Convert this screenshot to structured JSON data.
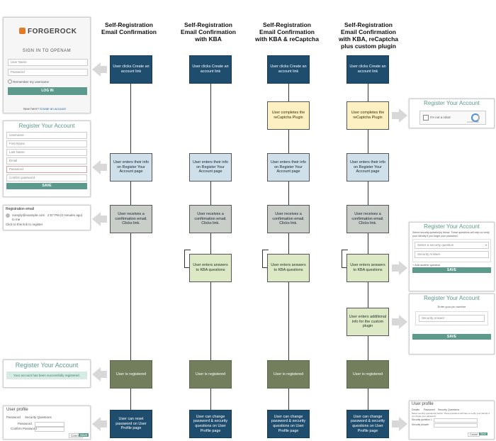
{
  "columns": [
    {
      "title_l1": "Self-Registration",
      "title_l2": "Email Confirmation",
      "title_l3": "",
      "title_l4": ""
    },
    {
      "title_l1": "Self-Registration",
      "title_l2": "Email Confirmation",
      "title_l3": "with KBA",
      "title_l4": ""
    },
    {
      "title_l1": "Self-Registration",
      "title_l2": "Email Confirmation",
      "title_l3": "with KBA & reCaptcha",
      "title_l4": ""
    },
    {
      "title_l1": "Self-Registration",
      "title_l2": "Email Confirmation",
      "title_l3": "with KBA, reCaptcha",
      "title_l4": "plus custom plugin"
    }
  ],
  "steps": {
    "create_link": "User clicks Create an account link",
    "recaptcha": "User completes the reCaptcha Plugin",
    "enter_info": "User enters their info on Register Your Account page",
    "receive_email": "User receives a confirmation email. Clicks link.",
    "kba": "User enters answers to KBA questions",
    "custom": "User enters additional info for the custom plugin",
    "registered": "User is registered",
    "reset_pw": "User can reset password on User Profile page",
    "change_pw": "User can change password & security questions on User Profile page"
  },
  "login_panel": {
    "logo": "FORGEROCK",
    "heading": "SIGN IN TO OPENAM",
    "username_placeholder": "User Name",
    "password_placeholder": "Password",
    "remember": "Remember my username",
    "login_button": "LOG IN",
    "new_here": "New here?",
    "create_account": "Create an account"
  },
  "register_panel": {
    "title": "Register Your Account",
    "fields": [
      "Username",
      "First Name",
      "Last Name",
      "Email",
      "Password",
      "Confirm password"
    ],
    "save": "SAVE"
  },
  "email_panel": {
    "title": "Registration email",
    "from": "noreply@example.com",
    "time": "2:57 PM (0 minutes ago)",
    "to": "to me",
    "body": "Click to this link to register"
  },
  "registered_panel": {
    "title": "Register Your Account",
    "message": "Your account has been successfully registered."
  },
  "profile_panel_left": {
    "title": "User profile",
    "tabs": [
      "Password",
      "Security Questions"
    ],
    "password_label": "Password",
    "confirm_label": "Confirm Password",
    "cancel": "Cancel",
    "save": "Save"
  },
  "captcha_panel": {
    "title": "Register Your Account",
    "checkbox_label": "I'm not a robot",
    "brand": "reCAPTCHA"
  },
  "kba_panel": {
    "title": "Register Your Account",
    "intro": "Select security question(s) below. These questions will help us verify your identity if you forget your password.",
    "select_placeholder": "Select a security question",
    "answer_placeholder": "Security Answer",
    "add_link": "+ Add another question",
    "save": "SAVE"
  },
  "custom_panel": {
    "title": "Register Your Account",
    "prompt": "Enter your pin number",
    "answer_placeholder": "Security Answer",
    "save": "SAVE"
  },
  "profile_panel_right": {
    "title": "User profile",
    "tabs": [
      "Details",
      "Password",
      "Security Questions"
    ],
    "help": "Select security question(s) below. These questions will help us verify your identity if you forget your password.",
    "q1": "Security question 1",
    "answer_label": "Security Answer",
    "cancel": "Cancel",
    "save": "Save"
  }
}
